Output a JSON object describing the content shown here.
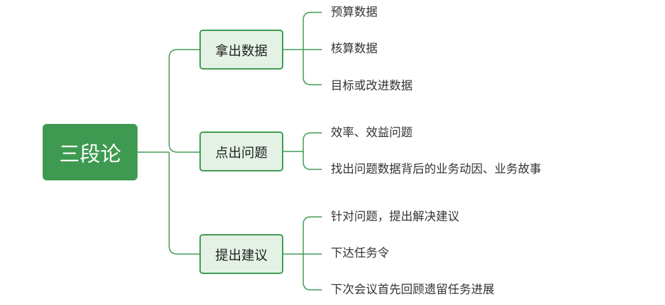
{
  "colors": {
    "accent": "#3d9a50",
    "branch_fill": "#e3f2e5",
    "line": "#3d9a50"
  },
  "root": {
    "label": "三段论"
  },
  "branches": [
    {
      "label": "拿出数据",
      "children": [
        "预算数据",
        "核算数据",
        "目标或改进数据"
      ]
    },
    {
      "label": "点出问题",
      "children": [
        "效率、效益问题",
        "找出问题数据背后的业务动因、业务故事"
      ]
    },
    {
      "label": "提出建议",
      "children": [
        "针对问题，提出解决建议",
        "下达任务令",
        "下次会议首先回顾遗留任务进展"
      ]
    }
  ]
}
